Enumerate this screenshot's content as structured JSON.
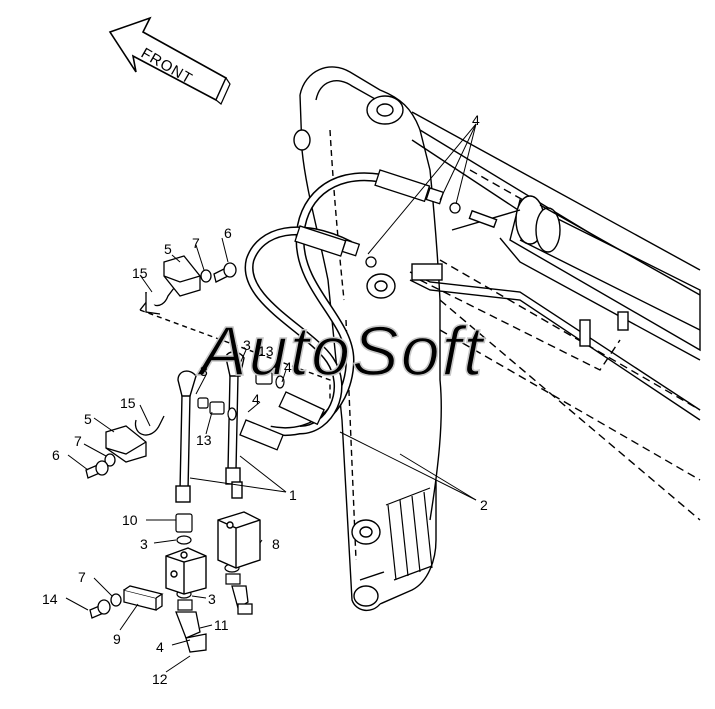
{
  "watermark": "AutoSoft",
  "front_arrow_label": "FRONT",
  "callouts": {
    "n1": "1",
    "n2": "2",
    "n3a": "3",
    "n3b": "3",
    "n3c": "3",
    "n3d": "3",
    "n4a": "4",
    "n4b": "4",
    "n4c": "4",
    "n4d": "4",
    "n5a": "5",
    "n5b": "5",
    "n6a": "6",
    "n6b": "6",
    "n7a": "7",
    "n7b": "7",
    "n7c": "7",
    "n8": "8",
    "n9": "9",
    "n10": "10",
    "n11": "11",
    "n12": "12",
    "n13a": "13",
    "n13b": "13",
    "n14": "14",
    "n15a": "15",
    "n15b": "15"
  }
}
